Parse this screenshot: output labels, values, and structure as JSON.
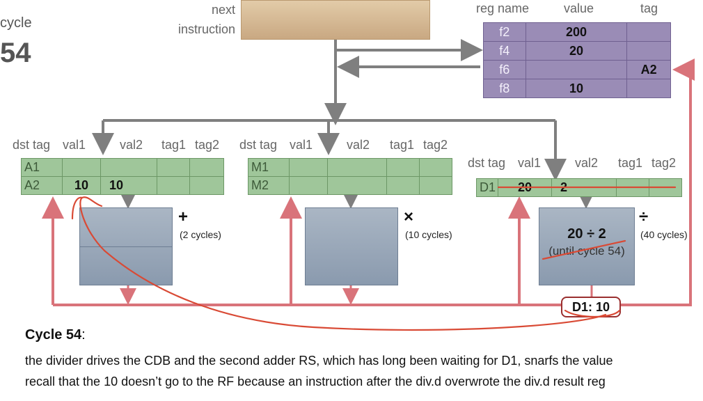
{
  "cycle": {
    "label": "cycle",
    "number": "54"
  },
  "fetch": {
    "label_line1": "next",
    "label_line2": "instruction"
  },
  "register_file": {
    "headers": {
      "name": "reg name",
      "value": "value",
      "tag": "tag"
    },
    "rows": [
      {
        "name": "f2",
        "value": "200",
        "tag": ""
      },
      {
        "name": "f4",
        "value": "20",
        "tag": ""
      },
      {
        "name": "f6",
        "value": "",
        "tag": "A2"
      },
      {
        "name": "f8",
        "value": "10",
        "tag": ""
      }
    ]
  },
  "rs_headers": {
    "dst_tag": "dst tag",
    "val1": "val1",
    "val2": "val2",
    "tag1": "tag1",
    "tag2": "tag2"
  },
  "adder": {
    "rows": [
      {
        "dst": "A1",
        "val1": "",
        "val2": "",
        "tag1": "",
        "tag2": ""
      },
      {
        "dst": "A2",
        "val1": "10",
        "val2": "10",
        "tag1": "",
        "tag2": ""
      }
    ],
    "op": "+",
    "cycles": "(2 cycles)"
  },
  "multiplier": {
    "rows": [
      {
        "dst": "M1",
        "val1": "",
        "val2": "",
        "tag1": "",
        "tag2": ""
      },
      {
        "dst": "M2",
        "val1": "",
        "val2": "",
        "tag1": "",
        "tag2": ""
      }
    ],
    "op": "×",
    "cycles": "(10 cycles)"
  },
  "divider": {
    "rows": [
      {
        "dst": "D1",
        "val1": "20",
        "val2": "2",
        "tag1": "",
        "tag2": ""
      }
    ],
    "op": "÷",
    "cycles": "(40 cycles)",
    "expression": "20 ÷ 2",
    "note": "(until cycle 54)"
  },
  "cdb": {
    "label": "D1: 10"
  },
  "caption": {
    "title": "Cycle 54",
    "title_suffix": ":",
    "line1": "the divider drives the CDB and the second adder RS, which has long been waiting for D1, snarfs the value",
    "line2": "recall that the 10 doesn’t go to the RF because an instruction after the div.d overwrote the div.d result reg"
  },
  "colors": {
    "rf": "#9a8cb6",
    "rs": "#9fc69a",
    "fu": "#8a9aae",
    "fetch": "#d9bd96",
    "bus_gray": "#7f7f7f",
    "bus_red": "#d9737a",
    "annotation": "#d94a35"
  }
}
